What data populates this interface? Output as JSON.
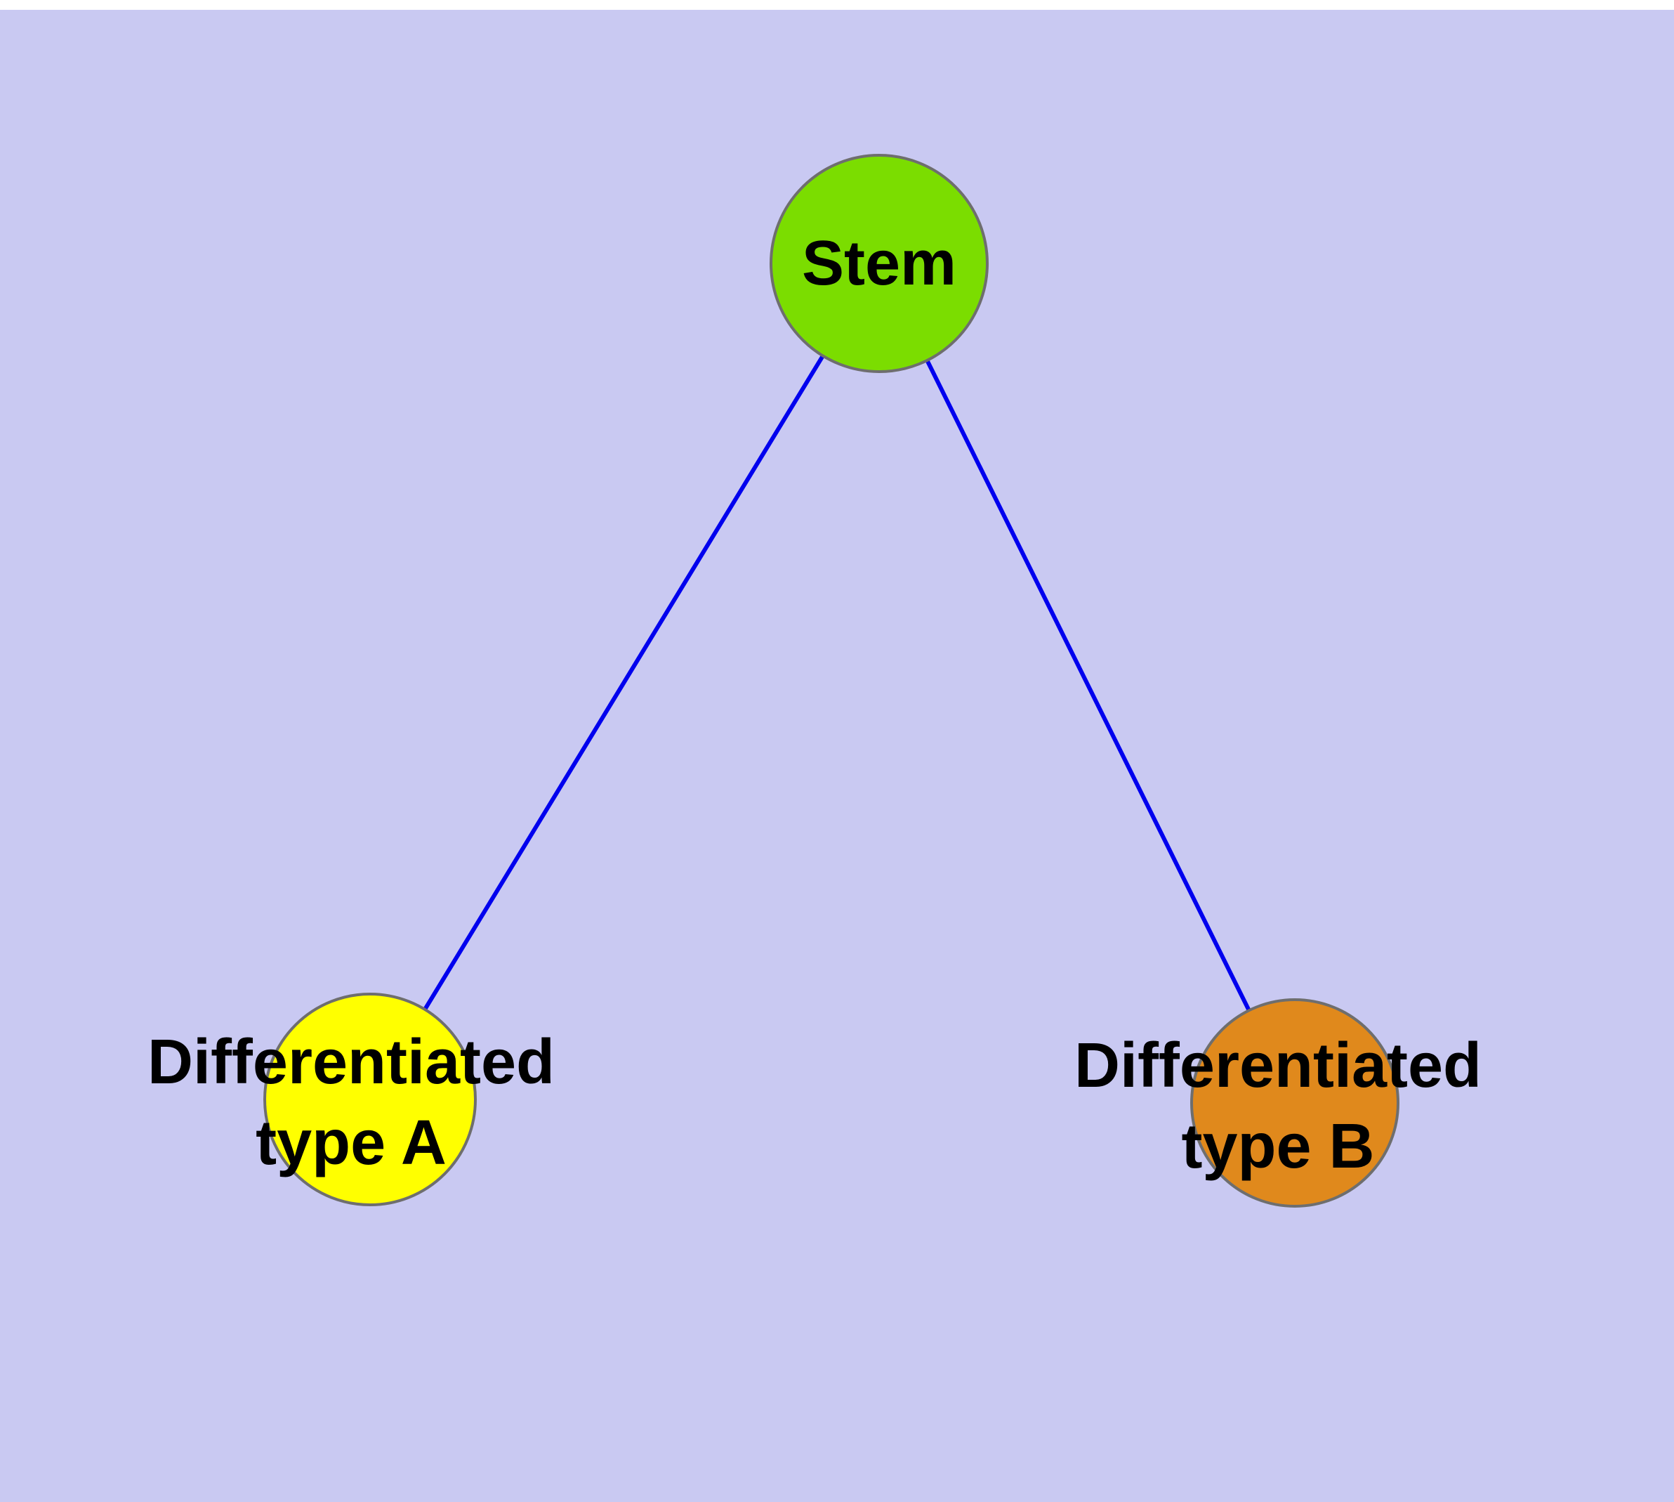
{
  "diagram": {
    "background_color": "#c9c9f2",
    "edge_color": "#0000ee",
    "node_border_color": "#6e6e6e",
    "label_color": "#000000",
    "nodes": {
      "stem": {
        "label": "Stem",
        "color": "#7bdd00"
      },
      "type_a": {
        "label_line1": "Differentiated",
        "label_line2": "type A",
        "color": "#ffff00"
      },
      "type_b": {
        "label_line1": "Differentiated",
        "label_line2": "type B",
        "color": "#e0891c"
      }
    },
    "edges": [
      {
        "from": "stem",
        "to": "type_a"
      },
      {
        "from": "stem",
        "to": "type_b"
      }
    ]
  }
}
